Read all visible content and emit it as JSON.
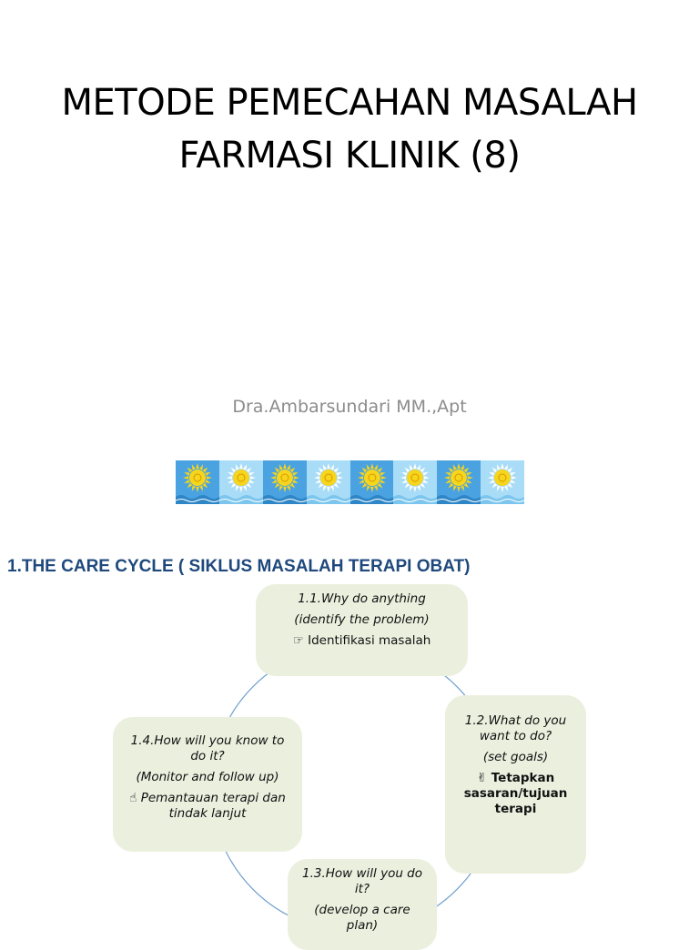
{
  "slide1": {
    "title_line1": "METODE PEMECAHAN MASALAH",
    "title_line2": "FARMASI KLINIK (8)",
    "subtitle": "Dra.Ambarsundari MM.,Apt",
    "sun_strip": {
      "tiles": 8,
      "colors": {
        "dark": "#4aa3e0",
        "light": "#a9dcf7",
        "sun": "#f7d51c"
      }
    }
  },
  "slide2": {
    "heading": "1.THE CARE CYCLE ( SIKLUS  MASALAH TERAPI OBAT)",
    "accent": "#1f497d",
    "box_color": "#ebefde",
    "steps": [
      {
        "line1": "1.1.Why do anything",
        "line2": "(identify the problem)",
        "icon": "pointing-hand-icon",
        "icon_glyph": "☞",
        "line3": "Identifikasi masalah"
      },
      {
        "line1": "1.2.What do you want to do?",
        "line2": "(set goals)",
        "icon": "victory-hand-icon",
        "icon_glyph": "✌",
        "line3": "Tetapkan sasaran/tujuan terapi"
      },
      {
        "line1": "1.3.How will you do it?",
        "line2": "(develop a care plan)"
      },
      {
        "line1": "1.4.How will you know to do it?",
        "line2": "(Monitor and follow up)",
        "icon": "thumbs-hand-icon",
        "icon_glyph": "☝",
        "line3": "Pemantauan terapi dan tindak lanjut"
      }
    ]
  }
}
